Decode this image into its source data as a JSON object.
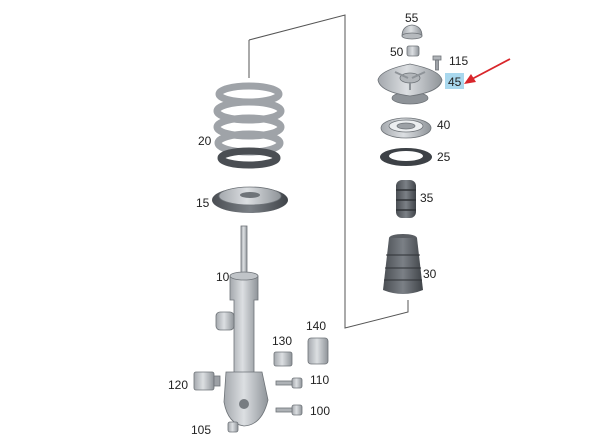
{
  "diagram": {
    "part_numbers": {
      "p55": "55",
      "p50": "50",
      "p115": "115",
      "p45": "45",
      "p40": "40",
      "p25": "25",
      "p35": "35",
      "p30": "30",
      "p20": "20",
      "p15": "15",
      "p10": "10",
      "p130": "130",
      "p140": "140",
      "p120": "120",
      "p110": "110",
      "p100": "100",
      "p105": "105"
    },
    "highlighted_part": "45",
    "colors": {
      "highlight_box": "#a9d8ee",
      "arrow": "#d9262b",
      "part_fill": "#c9ccd0",
      "part_shadow": "#8e9398",
      "leader_line": "#555555"
    }
  }
}
